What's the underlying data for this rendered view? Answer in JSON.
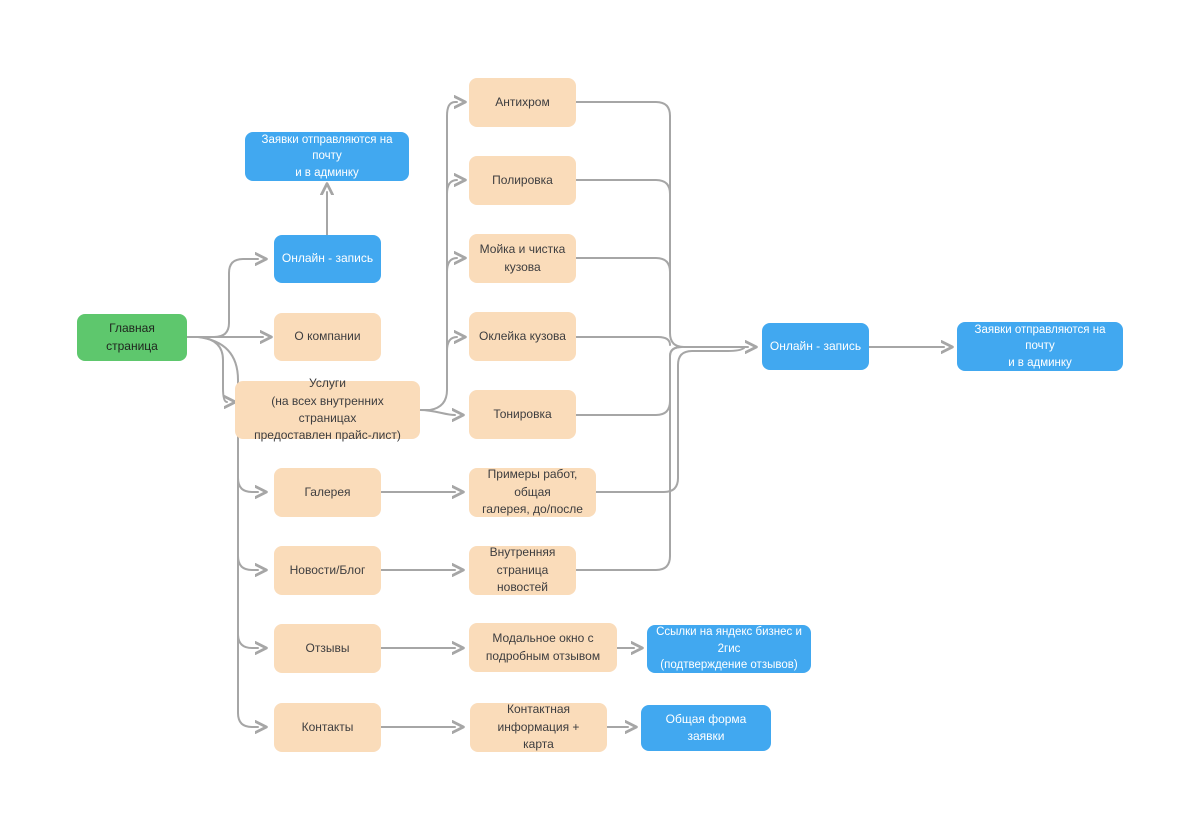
{
  "diagram": {
    "type": "sitemap-flowchart",
    "colors": {
      "root_node": "#5ec76d",
      "action_node": "#41a8f0",
      "page_node": "#fadcba",
      "connector": "#a6a6a6",
      "background": "#ffffff"
    },
    "nodes": {
      "home": {
        "label": "Главная страница"
      },
      "online_left": {
        "label": "Онлайн - запись"
      },
      "requests_top": {
        "label": "Заявки отправляются на почту\nи в админку"
      },
      "about": {
        "label": "О компании"
      },
      "services": {
        "label": "Услуги\n(на всех внутренних страницах\nпредоставлен прайс-лист)"
      },
      "antichrome": {
        "label": "Антихром"
      },
      "polishing": {
        "label": "Полировка"
      },
      "washing": {
        "label": "Мойка и чистка\nкузова"
      },
      "wrapping": {
        "label": "Оклейка кузова"
      },
      "tinting": {
        "label": "Тонировка"
      },
      "gallery": {
        "label": "Галерея"
      },
      "examples": {
        "label": "Примеры работ, общая\nгалерея, до/после"
      },
      "news": {
        "label": "Новости/Блог"
      },
      "news_page": {
        "label": "Внутренняя\nстраница новостей"
      },
      "reviews": {
        "label": "Отзывы"
      },
      "modal": {
        "label": "Модальное окно с\nподробным отзывом"
      },
      "links": {
        "label": "Ссылки на яндекс бизнес и 2гис\n(подтверждение отзывов)"
      },
      "contacts": {
        "label": "Контакты"
      },
      "contact_info": {
        "label": "Контактная информация +\nкарта"
      },
      "request_form": {
        "label": "Общая форма заявки"
      },
      "online_right": {
        "label": "Онлайн - запись"
      },
      "requests_right": {
        "label": "Заявки отправляются на почту\nи в админку"
      }
    },
    "edges": [
      {
        "from": "home",
        "to": "online_left"
      },
      {
        "from": "home",
        "to": "about"
      },
      {
        "from": "home",
        "to": "services"
      },
      {
        "from": "home",
        "to": "gallery"
      },
      {
        "from": "home",
        "to": "news"
      },
      {
        "from": "home",
        "to": "reviews"
      },
      {
        "from": "home",
        "to": "contacts"
      },
      {
        "from": "online_left",
        "to": "requests_top"
      },
      {
        "from": "services",
        "to": "antichrome"
      },
      {
        "from": "services",
        "to": "polishing"
      },
      {
        "from": "services",
        "to": "washing"
      },
      {
        "from": "services",
        "to": "wrapping"
      },
      {
        "from": "services",
        "to": "tinting"
      },
      {
        "from": "antichrome",
        "to": "online_right"
      },
      {
        "from": "polishing",
        "to": "online_right"
      },
      {
        "from": "washing",
        "to": "online_right"
      },
      {
        "from": "wrapping",
        "to": "online_right"
      },
      {
        "from": "tinting",
        "to": "online_right"
      },
      {
        "from": "examples",
        "to": "online_right"
      },
      {
        "from": "news_page",
        "to": "online_right"
      },
      {
        "from": "gallery",
        "to": "examples"
      },
      {
        "from": "news",
        "to": "news_page"
      },
      {
        "from": "reviews",
        "to": "modal"
      },
      {
        "from": "modal",
        "to": "links"
      },
      {
        "from": "contacts",
        "to": "contact_info"
      },
      {
        "from": "contact_info",
        "to": "request_form"
      },
      {
        "from": "online_right",
        "to": "requests_right"
      }
    ]
  }
}
